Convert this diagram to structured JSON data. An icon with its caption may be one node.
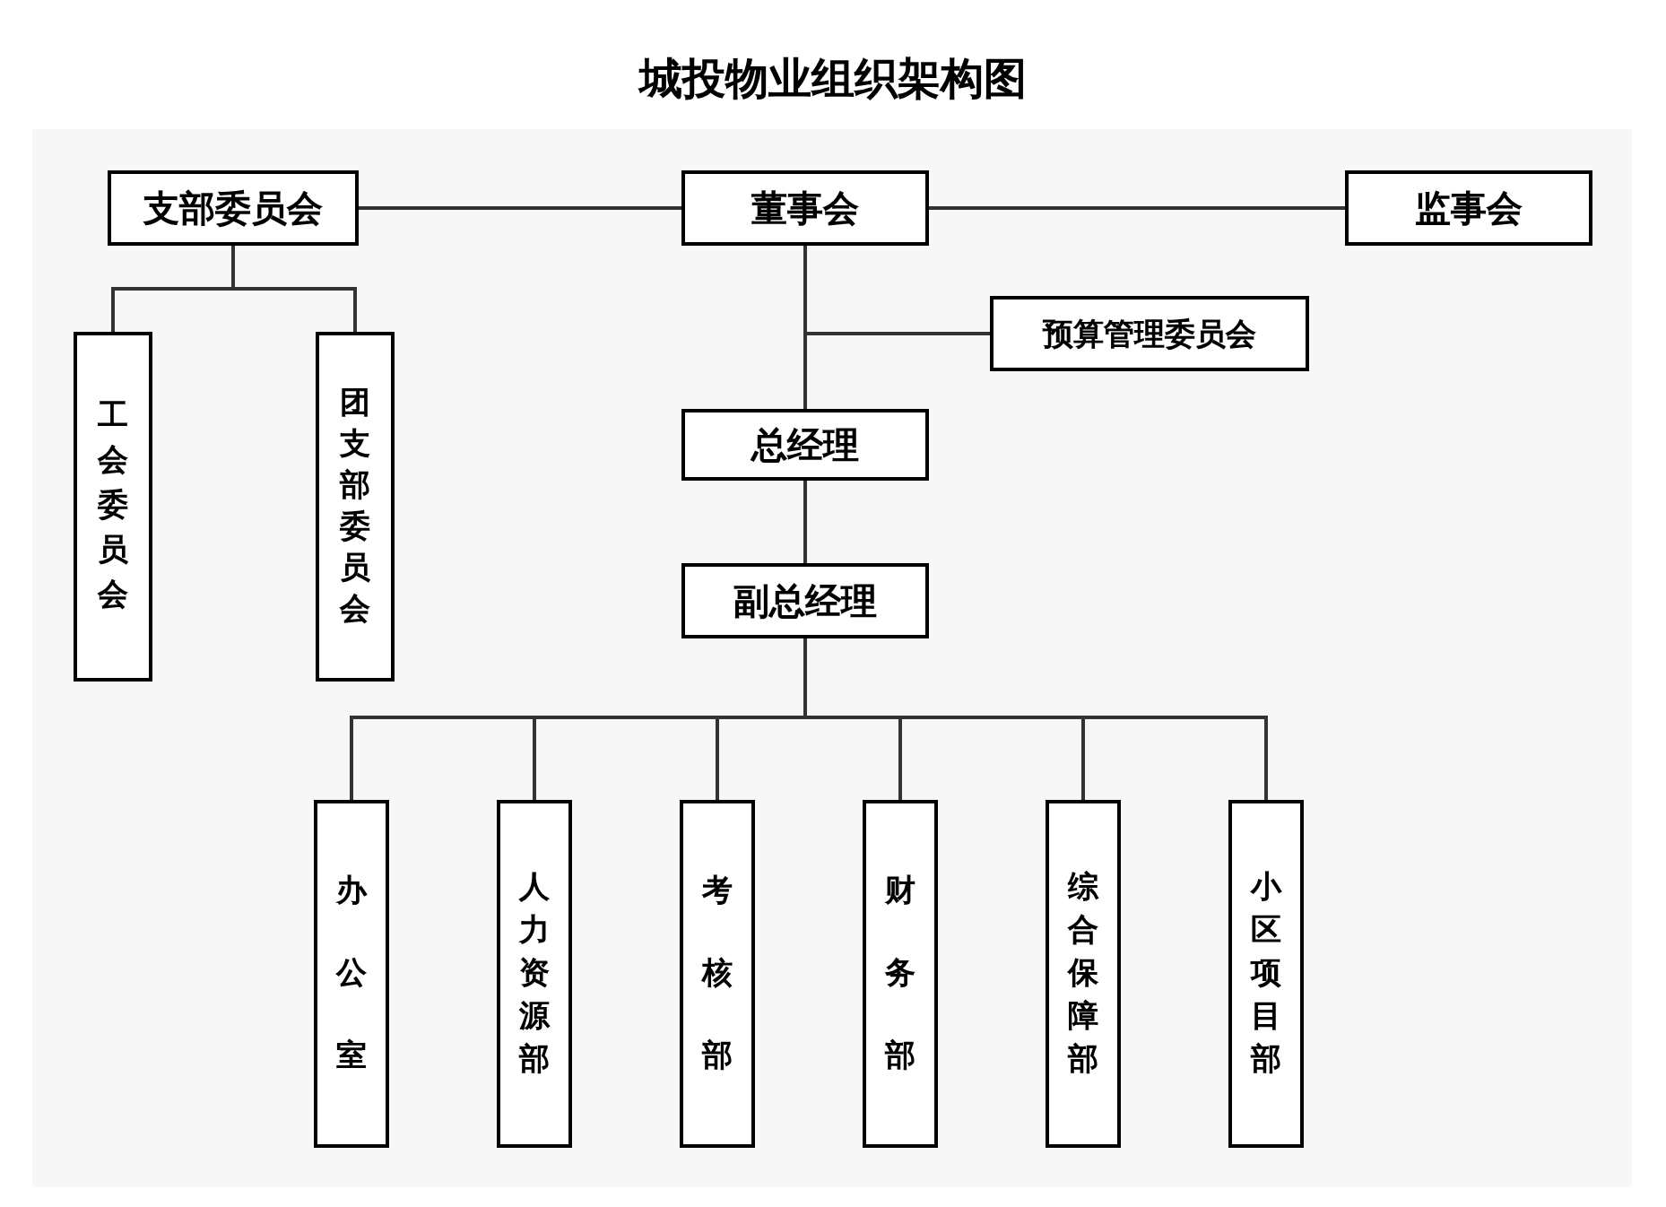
{
  "diagram": {
    "title": "城投物业组织架构图",
    "nodes": [
      {
        "text": [
          "支部委员会"
        ]
      },
      {
        "text": [
          "董事会"
        ]
      },
      {
        "text": [
          "监事会"
        ]
      },
      {
        "text": [
          "工会委员会"
        ]
      },
      {
        "text": [
          "团支部委员会"
        ]
      },
      {
        "text": [
          "预算管理委员会"
        ]
      },
      {
        "text": [
          "总经理"
        ]
      },
      {
        "text": [
          "副总经理"
        ]
      },
      {
        "text": [
          "办公室"
        ]
      },
      {
        "text": [
          "人力资源部"
        ]
      },
      {
        "text": [
          "考核部"
        ]
      },
      {
        "text": [
          "财务部"
        ]
      },
      {
        "text": [
          "综合保障部"
        ]
      },
      {
        "text": [
          "小区项目部"
        ]
      }
    ],
    "edges": [
      {
        "from": 0,
        "to": 1,
        "arrow": "none"
      },
      {
        "from": 1,
        "to": 2,
        "arrow": "none"
      },
      {
        "from": 0,
        "to": 3,
        "arrow": "none"
      },
      {
        "from": 0,
        "to": 4,
        "arrow": "none"
      },
      {
        "from": 1,
        "to": 5,
        "arrow": "none"
      },
      {
        "from": 1,
        "to": 6,
        "arrow": "none"
      },
      {
        "from": 6,
        "to": 7,
        "arrow": "none"
      },
      {
        "from": 7,
        "to": 8,
        "arrow": "none"
      },
      {
        "from": 7,
        "to": 9,
        "arrow": "none"
      },
      {
        "from": 7,
        "to": 10,
        "arrow": "none"
      },
      {
        "from": 7,
        "to": 11,
        "arrow": "none"
      },
      {
        "from": 7,
        "to": 12,
        "arrow": "none"
      },
      {
        "from": 7,
        "to": 13,
        "arrow": "none"
      }
    ]
  }
}
